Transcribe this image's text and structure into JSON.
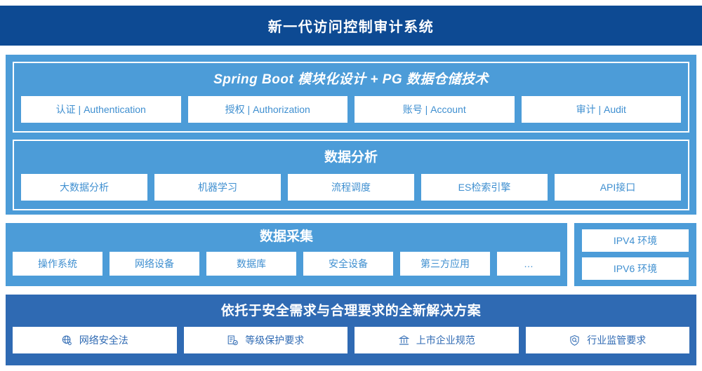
{
  "header": {
    "title": "新一代访问控制审计系统"
  },
  "colors": {
    "header_navy": "#0d4a93",
    "panel_light_blue": "#4c9cd8",
    "panel_solution_blue": "#2f6ab3",
    "chip_text_blue": "#3f8fd0",
    "chip_text_solution": "#2f6ab3",
    "chip_bg": "#ffffff"
  },
  "application_layer": {
    "title": "Spring Boot 模块化设计 + PG 数据仓储技术",
    "chips": [
      {
        "label": "认证 | Authentication"
      },
      {
        "label": "授权 | Authorization"
      },
      {
        "label": "账号 | Account"
      },
      {
        "label": "审计 | Audit"
      }
    ]
  },
  "analysis_layer": {
    "title": "数据分析",
    "chips": [
      {
        "label": "大数据分析"
      },
      {
        "label": "机器学习"
      },
      {
        "label": "流程调度"
      },
      {
        "label": "ES检索引擎"
      },
      {
        "label": "API接口"
      }
    ]
  },
  "collection_layer": {
    "title": "数据采集",
    "chips": [
      {
        "label": "操作系统"
      },
      {
        "label": "网络设备"
      },
      {
        "label": "数据库"
      },
      {
        "label": "安全设备"
      },
      {
        "label": "第三方应用"
      },
      {
        "label": "…"
      }
    ]
  },
  "environment_panel": {
    "chips": [
      {
        "label": "IPV4 环境"
      },
      {
        "label": "IPV6 环境"
      }
    ]
  },
  "solution_layer": {
    "title": "依托于安全需求与合理要求的全新解决方案",
    "chips": [
      {
        "label": "网络安全法",
        "icon": "globe-network-icon"
      },
      {
        "label": "等级保护要求",
        "icon": "document-check-icon"
      },
      {
        "label": "上市企业规范",
        "icon": "bank-building-icon"
      },
      {
        "label": "行业监管要求",
        "icon": "shield-search-icon"
      }
    ]
  }
}
